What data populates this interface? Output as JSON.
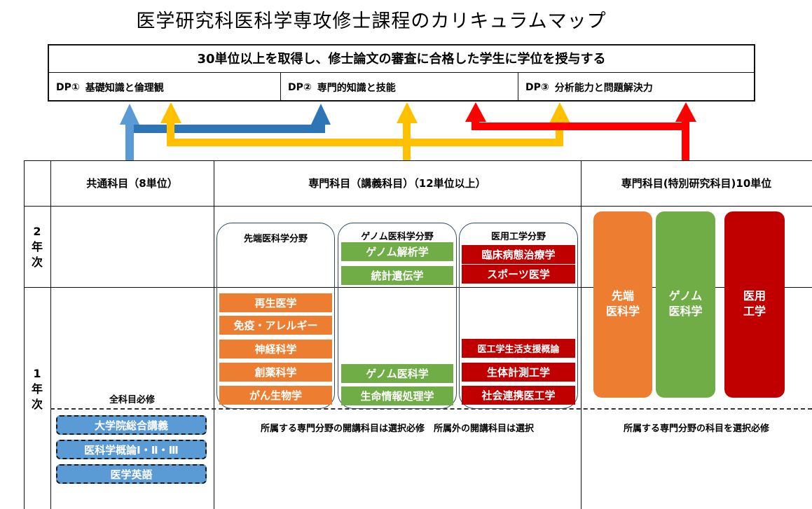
{
  "title": "医学研究科医科学専攻修士課程のカリキュラムマップ",
  "goal": "30単位以上を取得し、修士論文の審査に合格した学生に学位を授与する",
  "dps": [
    {
      "num": "DP①",
      "label": "基礎知識と倫理観"
    },
    {
      "num": "DP②",
      "label": "専門的知識と技能"
    },
    {
      "num": "DP③",
      "label": "分析能力と問題解決力"
    }
  ],
  "headers": {
    "common": "共通科目（8単位）",
    "lecture": "専門科目（講義科目）（12単位以上）",
    "research": "専門科目(特別研究科目)10単位"
  },
  "years": {
    "year2": [
      "2",
      "年",
      "次"
    ],
    "year1": [
      "1",
      "年",
      "次"
    ]
  },
  "fields": {
    "advanced": "先端医科学分野",
    "genome": "ゲノム医科学分野",
    "engineering": "医用工学分野"
  },
  "courses": {
    "genome_y2": [
      "ゲノム解析学",
      "統計遺伝学"
    ],
    "eng_y2": [
      "臨床病態治療学",
      "スポーツ医学"
    ],
    "advanced_y1": [
      "再生医学",
      "免疫・アレルギー",
      "神経科学",
      "創薬科学",
      "がん生物学"
    ],
    "genome_y1": [
      "ゲノム医科学",
      "生命情報処理学"
    ],
    "eng_y1": [
      "医工学生活支援概論",
      "生体計測工学",
      "社会連携医工学"
    ]
  },
  "common": {
    "required_note": "全科目必修",
    "courses": [
      "大学院総合講義",
      "医科学概論Ⅰ・Ⅱ・Ⅲ",
      "医学英語"
    ]
  },
  "research": [
    {
      "line1": "先端",
      "line2": "医科学"
    },
    {
      "line1": "ゲノム",
      "line2": "医科学"
    },
    {
      "line1": "医用",
      "line2": "工学"
    }
  ],
  "notes": {
    "lecture": "所属する専門分野の開講科目は選択必修　所属外の開講科目は選択",
    "research": "所属する専門分野の科目を選択必修"
  },
  "colors": {
    "orange": "#ed7d31",
    "green": "#70ad47",
    "red": "#c00000",
    "blue": "#5b9bd5",
    "blue_dark": "#2e75b6",
    "yellow": "#ffc000",
    "red_bright": "#ff0000"
  }
}
